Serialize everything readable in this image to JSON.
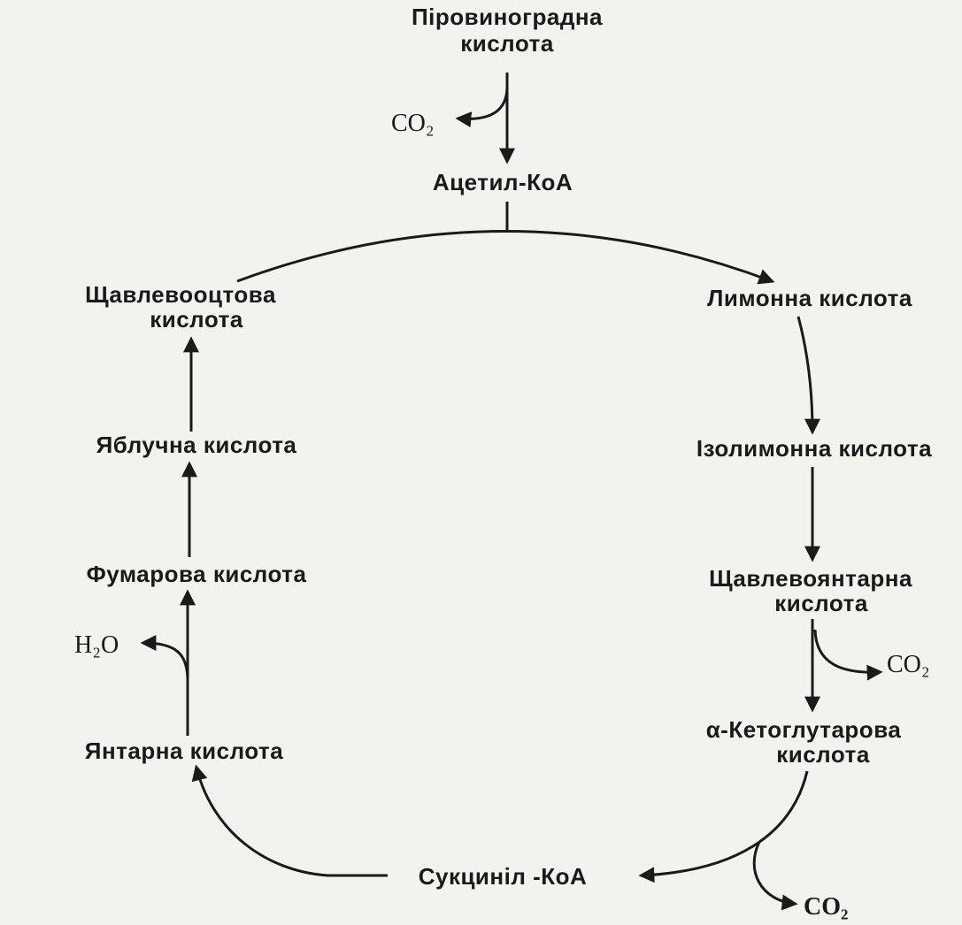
{
  "nodes": {
    "pyruvic_1": "Піровиноградна",
    "pyruvic_2": "кислота",
    "acetyl_coa": "Ацетил-КоА",
    "oxaloacetic_1": "Щавлевооцтова",
    "oxaloacetic_2": "кислота",
    "citric": "Лимонна  кислота",
    "isocitric": "Ізолимонна  кислота",
    "malic": "Яблучна  кислота",
    "fumaric": "Фумарова  кислота",
    "oxalosuccinic_1": "Щавлевоянтарна",
    "oxalosuccinic_2": "кислота",
    "succinic": "Янтарна  кислота",
    "ketoglutaric_1": "α-Кетоглутарова",
    "ketoglutaric_2": "кислота",
    "succinyl_coa": "Сукциніл -КоА"
  },
  "byproducts": {
    "co2_top": "CO₂",
    "co2_right": "CO₂",
    "co2_bottom": "CO₂",
    "h2o": "H₂O"
  }
}
